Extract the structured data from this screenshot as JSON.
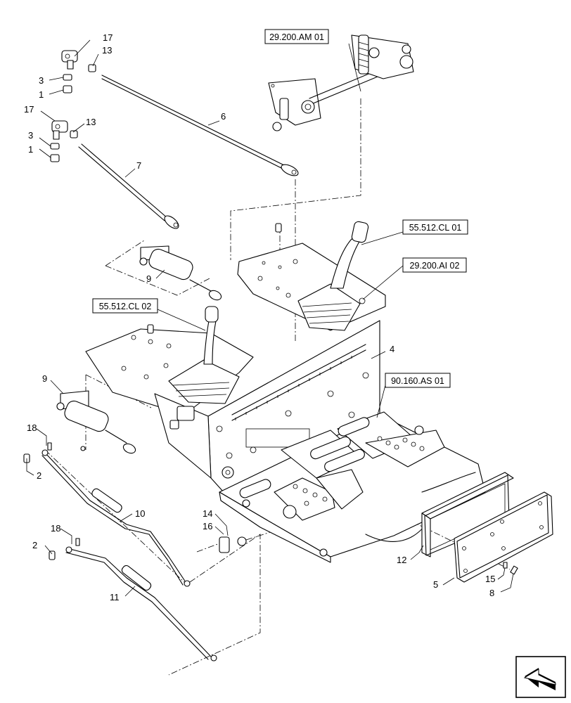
{
  "references": [
    {
      "id": "ref-29-200-am-01",
      "label": "29.200.AM 01"
    },
    {
      "id": "ref-55-512-cl-01",
      "label": "55.512.CL 01"
    },
    {
      "id": "ref-29-200-ai-02",
      "label": "29.200.AI 02"
    },
    {
      "id": "ref-55-512-cl-02",
      "label": "55.512.CL 02"
    },
    {
      "id": "ref-90-160-as-01",
      "label": "90.160.AS 01"
    }
  ],
  "callouts": {
    "c17a": "17",
    "c13a": "13",
    "c3a": "3",
    "c1a": "1",
    "c17b": "17",
    "c13b": "13",
    "c3b": "3",
    "c1b": "1",
    "c6": "6",
    "c7": "7",
    "c9a": "9",
    "c9b": "9",
    "c4": "4",
    "c18a": "18",
    "c2a": "2",
    "c10": "10",
    "c18b": "18",
    "c2b": "2",
    "c11": "11",
    "c14": "14",
    "c16": "16",
    "c12": "12",
    "c5": "5",
    "c15": "15",
    "c8": "8"
  },
  "nav_icon": "next-page-arrow-icon"
}
